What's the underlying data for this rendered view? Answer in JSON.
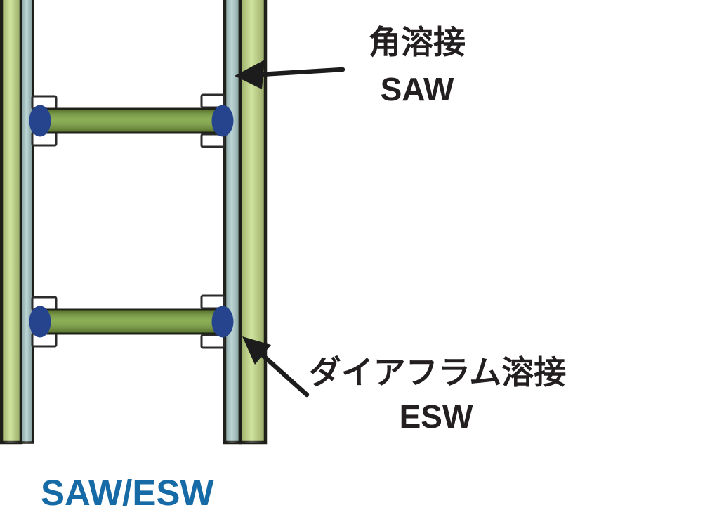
{
  "figure": {
    "caption": {
      "text": "SAW/ESW",
      "color": "#166aa5"
    },
    "annotations": {
      "corner_weld": {
        "label_jp": "角溶接",
        "label_en": "SAW"
      },
      "diaphragm_weld": {
        "label_jp": "ダイアフラム溶接",
        "label_en": "ESW"
      }
    },
    "colors": {
      "background": "#ffffff",
      "column_outer_flange": "#c3dc82",
      "column_skin_plate": "#a9cbca",
      "diaphragm_plate": "#7ba33e",
      "weld_node": "#26438d",
      "outline": "#20201a",
      "bracket_fill": "#ffffff",
      "bracket_stroke": "#2b2b2b",
      "arrow": "#1c1c1c",
      "label_text": "#231f20"
    }
  }
}
